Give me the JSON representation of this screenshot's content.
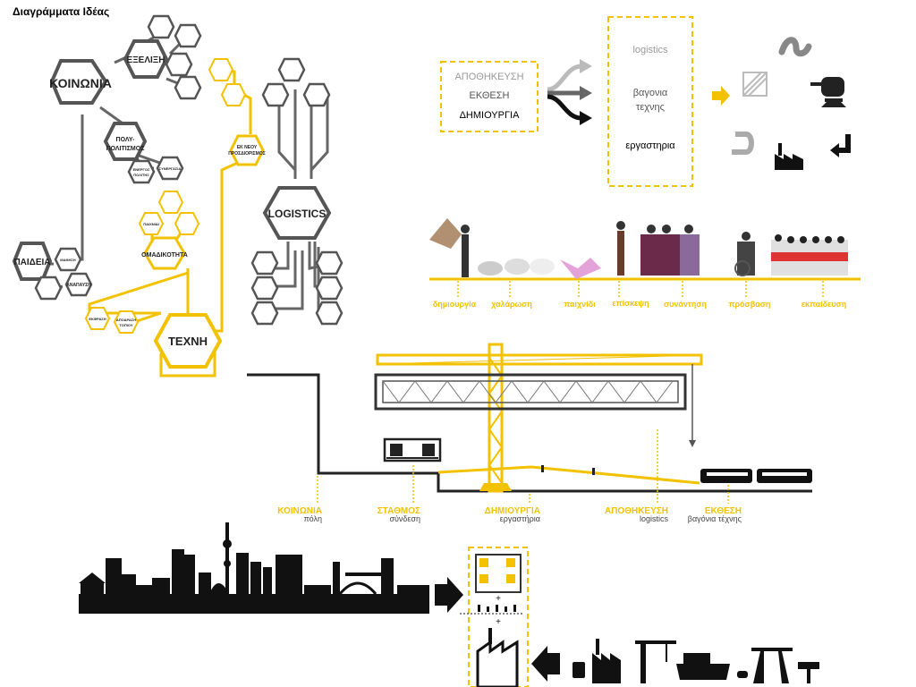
{
  "title": "Διαγράμματα Ιδέας",
  "hex_diagram": {
    "big": {
      "koinonia": "ΚΟΙΝΩΝΙΑ",
      "exelixi": "ΕΞΕΛΙΞΗ",
      "paideia": "ΠΑΙΔΕΙΑ",
      "logistics": "LOGISTICS",
      "techni": "ΤΕΧΝΗ",
      "omadikotita": "ΟΜΑΔΙΚΟΤΗΤΑ",
      "polypolitismos_1": "ΠΟΛΥ-",
      "polypolitismos_2": "ΠΟΛΙΤΙΣΜΟΣ",
      "ek_neou_1": "ΕΚ ΝΕΟΥ",
      "ek_neou_2": "ΠΡΟΣΔΙΟΡΙΣΜΟΣ",
      "energos_1": "ΕΝΕΡΓΟΣ",
      "energos_2": "ΠΟΛΙΤΗΣ",
      "synergasia": "ΣΥΝΕΡΓΑΣΙΑ",
      "anapausi": "ΑΝΑΠΑΥΣΗ",
      "mathisi": "ΜΑΘΗΣΗ",
      "apodrasi_1": "ΑΠΟΔΡΑΣΗ",
      "apodrasi_2": "ΤΟΠΙΟΥ",
      "ekfrasi": "ΕΚΦΡΑΣΗ",
      "paixnidi": "ΠΑΙΧΝΙΔΙ"
    }
  },
  "process": {
    "left_items": [
      "ΑΠΟΘΗΚΕΥΣΗ",
      "ΕΚΘΕΣΗ",
      "ΔΗΜΙΟΥΡΓΙΑ"
    ],
    "right_items": [
      "logistics",
      "βαγονια",
      "τεχνης",
      "εργαστηρια"
    ]
  },
  "people_labels": [
    "δημιουργία",
    "χαλάρωση",
    "παιχνίδι",
    "επίσκεψη",
    "συνάντηση",
    "πρόσβαση",
    "εκπαίδευση"
  ],
  "section_labels": [
    {
      "main": "ΚΟΙΝΩΝΙΑ",
      "sub": "πόλη"
    },
    {
      "main": "ΣΤΑΘΜΟΣ",
      "sub": "σύνδεση"
    },
    {
      "main": "ΔΗΜΙΟΥΡΓΙΑ",
      "sub": "εργαστήρια"
    },
    {
      "main": "ΑΠΟΘΗΚΕΥΣΗ",
      "sub": "logistics"
    },
    {
      "main": "ΕΚΘΕΣΗ",
      "sub": "βαγόνια τέχνης"
    }
  ],
  "colors": {
    "accent": "#f2c200",
    "dark": "#111111",
    "grey": "#555555"
  }
}
